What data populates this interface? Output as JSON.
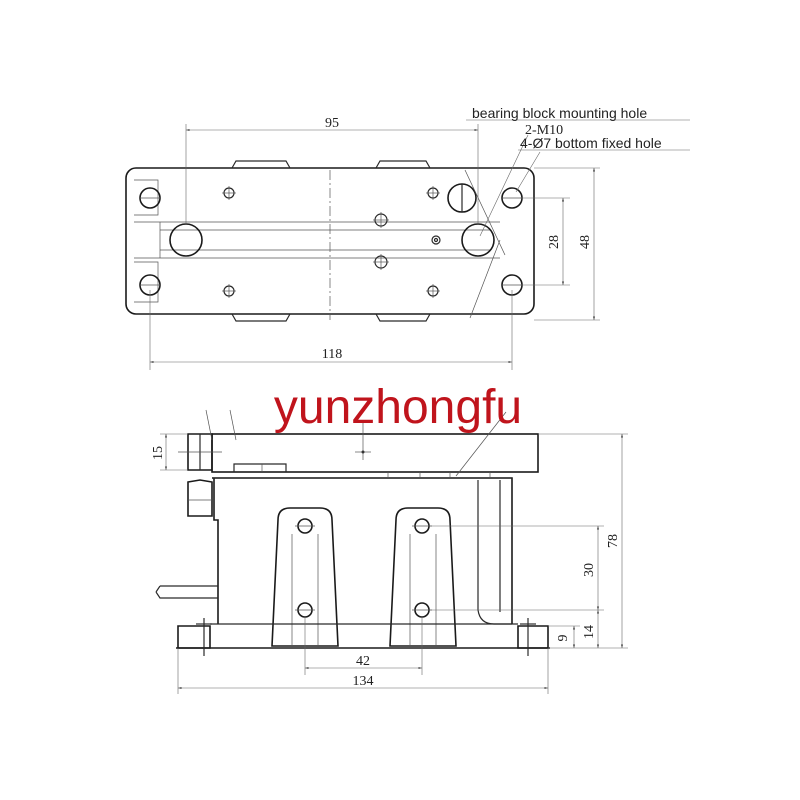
{
  "watermark": "yunzhongfu",
  "annotations": {
    "bearing_block": "bearing block mounting hole",
    "thread": "2-M10",
    "bottom_hole": "4-Ø7 bottom fixed hole"
  },
  "top_view_dims": {
    "d95": "95",
    "d28": "28",
    "d48": "48",
    "d118": "118"
  },
  "front_view_dims": {
    "d15": "15",
    "d78": "78",
    "d30": "30",
    "d14": "14",
    "d9": "9",
    "d42": "42",
    "d134": "134"
  },
  "colors": {
    "line": "#2a2a2a",
    "watermark": "#c0141c"
  }
}
